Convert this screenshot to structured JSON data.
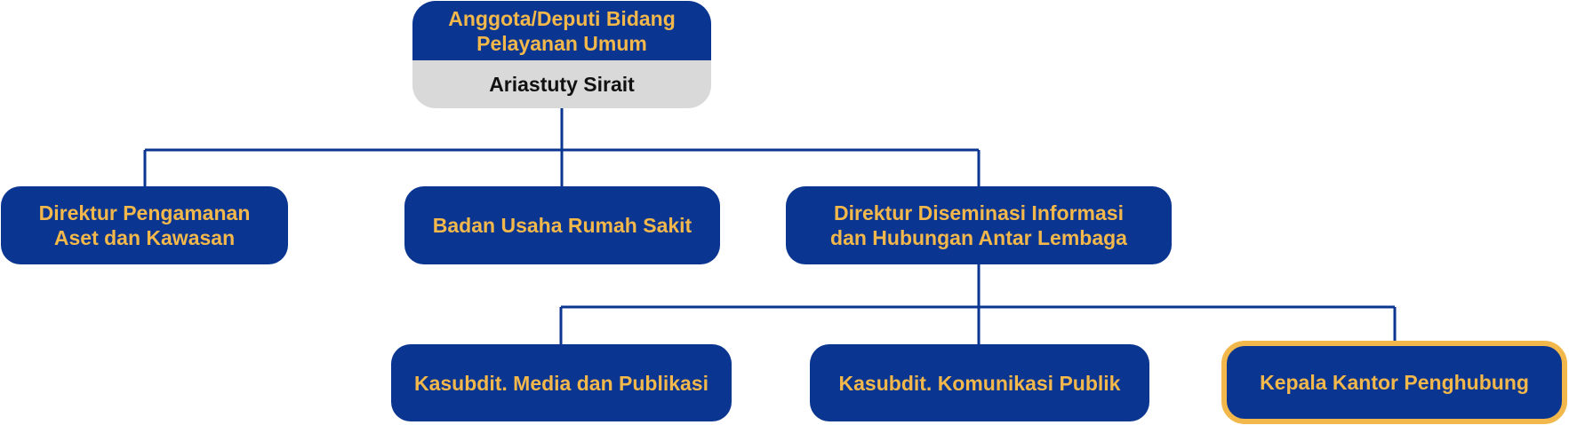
{
  "colors": {
    "box_fill": "#0a3590",
    "box_text": "#f2b84b",
    "connector": "#0a3590",
    "name_fill": "#d9d9d9",
    "highlight_border": "#f2b84b"
  },
  "root": {
    "title": "Anggota/Deputi Bidang\nPelayanan Umum",
    "name": "Ariastuty Sirait"
  },
  "level1": [
    {
      "label": "Direktur Pengamanan\nAset dan Kawasan"
    },
    {
      "label": "Badan Usaha Rumah Sakit"
    },
    {
      "label": "Direktur Diseminasi Informasi\ndan Hubungan Antar Lembaga"
    }
  ],
  "level2": [
    {
      "label": "Kasubdit. Media dan Publikasi"
    },
    {
      "label": "Kasubdit. Komunikasi Publik"
    },
    {
      "label": "Kepala Kantor Penghubung",
      "highlighted": true
    }
  ]
}
